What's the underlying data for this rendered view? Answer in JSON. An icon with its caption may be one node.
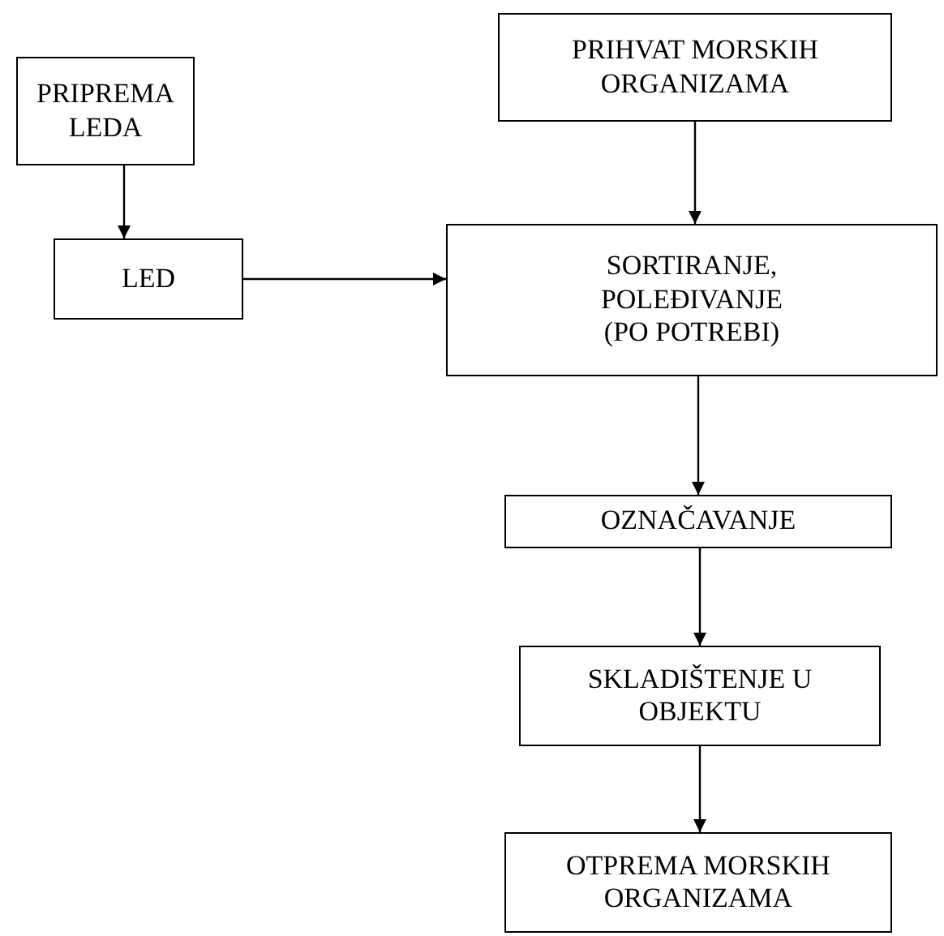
{
  "diagram": {
    "nodes": [
      {
        "text": [
          "PRIPREMA LEDA"
        ]
      },
      {
        "text": [
          "PRIHVAT MORSKIH ORGANIZAMA"
        ]
      },
      {
        "text": [
          "LED"
        ]
      },
      {
        "text": [
          "SORTIRANJE, POLEĐIVANJE (PO POTREBI)"
        ]
      },
      {
        "text": [
          "OZNAČAVANJE"
        ]
      },
      {
        "text": [
          "SKLADIŠTENJE U OBJEKTU"
        ]
      },
      {
        "text": [
          "OTPREMA MORSKIH ORGANIZAMA"
        ]
      }
    ],
    "edges": [
      {
        "from": 0,
        "to": 2,
        "arrow": "to"
      },
      {
        "from": 1,
        "to": 3,
        "arrow": "to"
      },
      {
        "from": 2,
        "to": 3,
        "arrow": "to"
      },
      {
        "from": 3,
        "to": 4,
        "arrow": "to"
      },
      {
        "from": 4,
        "to": 5,
        "arrow": "to"
      },
      {
        "from": 5,
        "to": 6,
        "arrow": "to"
      }
    ]
  }
}
